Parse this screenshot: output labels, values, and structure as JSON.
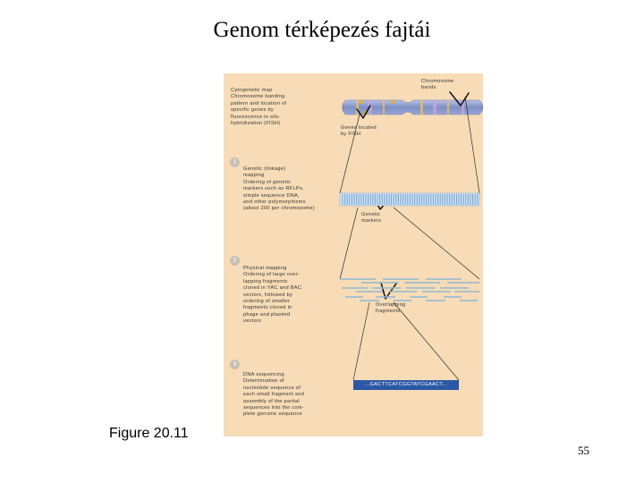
{
  "slide": {
    "title": "Genom térképezés fajtái",
    "figure_caption": "Figure 20.11",
    "page_number": "55"
  },
  "diagram": {
    "steps": [
      {
        "badge": "",
        "description": "Cytogenetic map\nChromosome banding\npattern and location of\nspecific genes by\nfluorescence in situ\nhybridization (FISH)",
        "labels": [
          "Chromosome\nbands",
          "Genes located\nby FISH"
        ]
      },
      {
        "badge": "1",
        "description": "Genetic (linkage)\nmapping\nOrdering of genetic\nmarkers such as RFLPs,\nsimple sequence DNA,\nand other polymorphisms\n(about 200 per chromosome)",
        "labels": [
          "Genetic\nmarkers"
        ]
      },
      {
        "badge": "2",
        "description": "Physical mapping\nOrdering of large over-\nlapping fragments\ncloned in YAC and BAC\nvectors, followed by\nordering of smaller\nfragments cloned in\nphage and plasmid\nvectors",
        "labels": [
          "Overlapping\nfragments"
        ]
      },
      {
        "badge": "3",
        "description": "DNA sequencing\nDetermination of\nnucleotide sequence of\neach small fragment and\nassembly of the partial\nsequences into the com-\nplete genome sequence",
        "labels": [],
        "sequence": "...GACTTCATCGGTATCGAACT..."
      }
    ],
    "colors": {
      "panel": "#f7dcb7",
      "chromosome": "#7f8fc4",
      "bands": "#e8c060",
      "fish_spots": "#e8b000",
      "markers": "#6aa0d0",
      "fragments": "#8fb8d4",
      "sequence_box": "#2c58a5"
    }
  }
}
